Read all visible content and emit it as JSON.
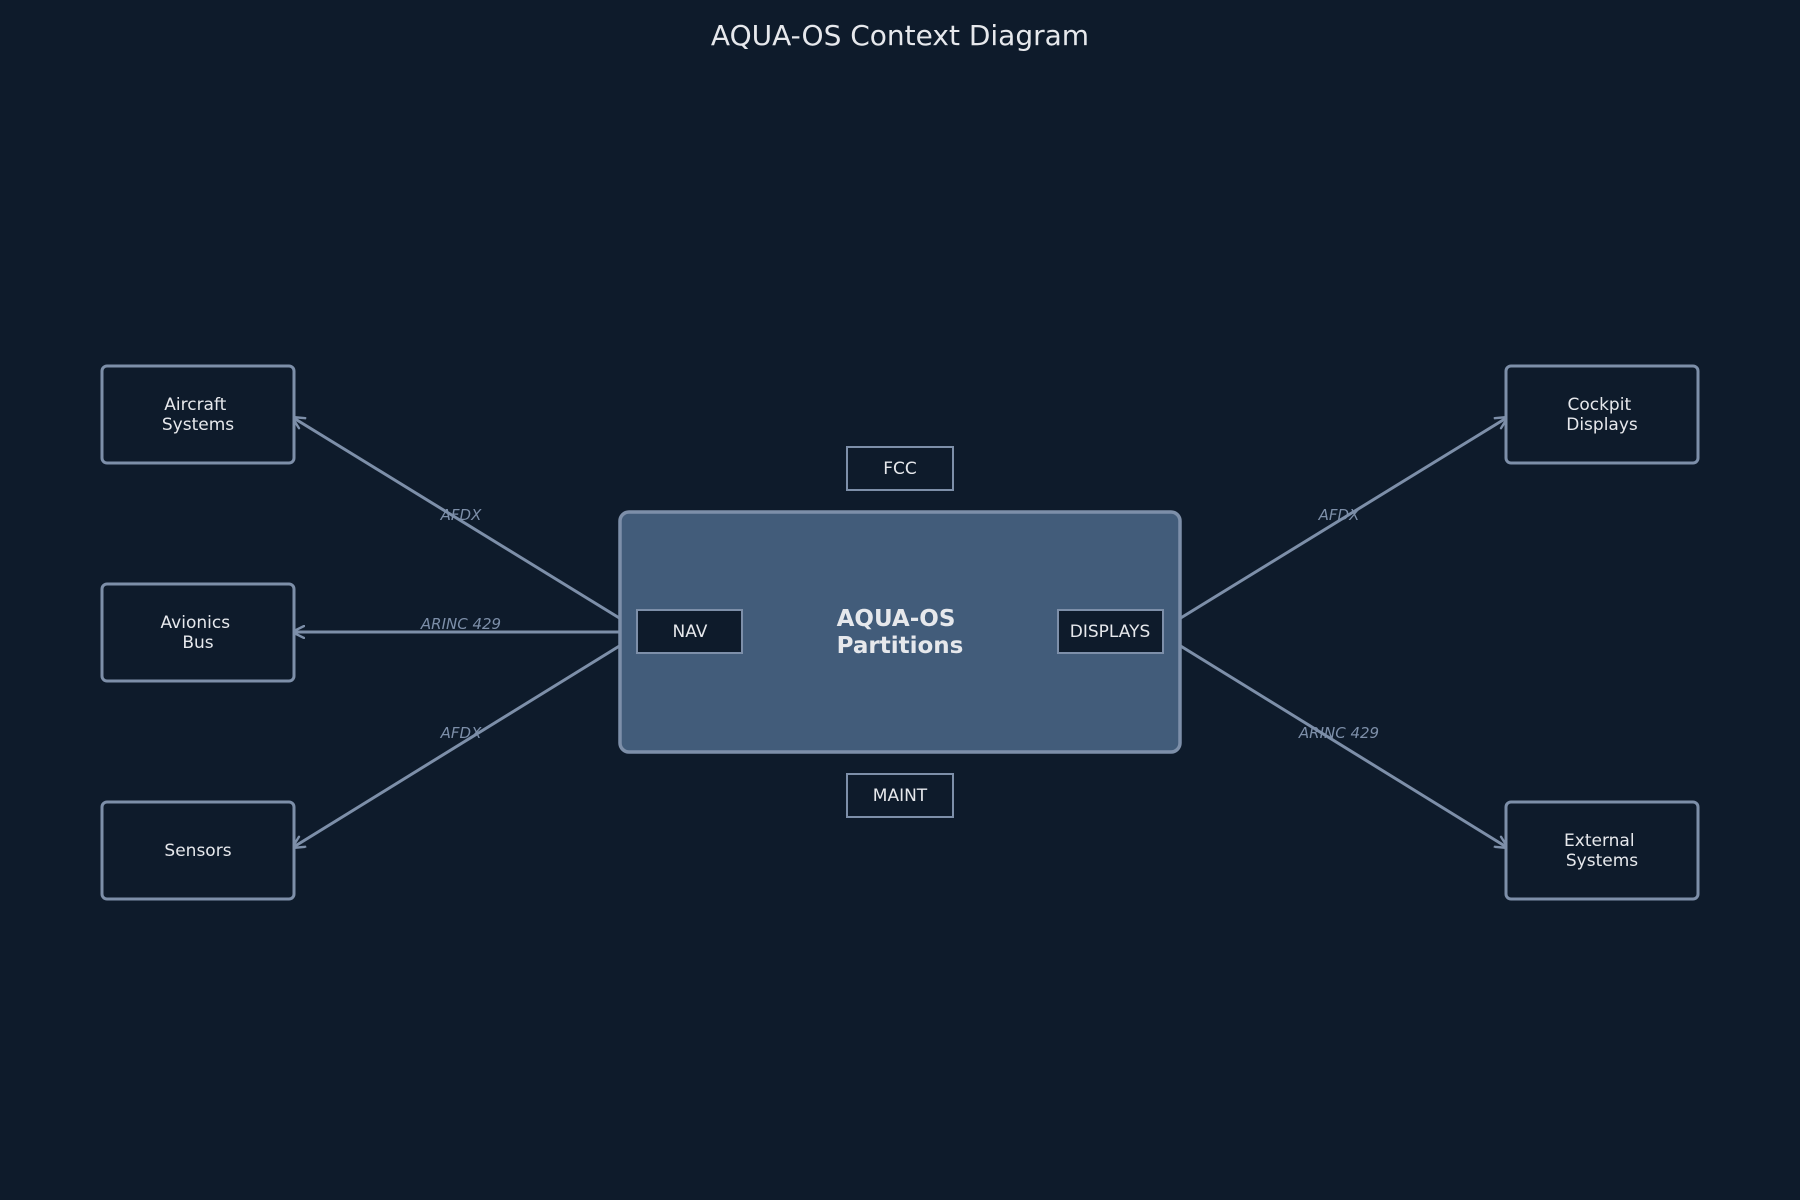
{
  "title": "AQUA-OS Context Diagram",
  "core": {
    "label_line1": "AQUA-OS",
    "label_line2": "Partitions"
  },
  "partitions": {
    "fcc": "FCC",
    "nav": "NAV",
    "displays": "DISPLAYS",
    "maint": "MAINT"
  },
  "external_nodes": {
    "aircraft_systems": [
      "Aircraft",
      "Systems"
    ],
    "avionics_bus": [
      "Avionics",
      "Bus"
    ],
    "sensors": [
      "Sensors"
    ],
    "cockpit_displays": [
      "Cockpit",
      "Displays"
    ],
    "external_systems": [
      "External",
      "Systems"
    ]
  },
  "connections": {
    "aircraft_systems": "AFDX",
    "avionics_bus": "ARINC 429",
    "sensors": "AFDX",
    "cockpit_displays": "AFDX",
    "external_systems": "ARINC 429"
  },
  "colors": {
    "background": "#0e1b2b",
    "core_fill": "#425c7a",
    "stroke": "#7d8fa9",
    "text": "#e6e8ec"
  }
}
